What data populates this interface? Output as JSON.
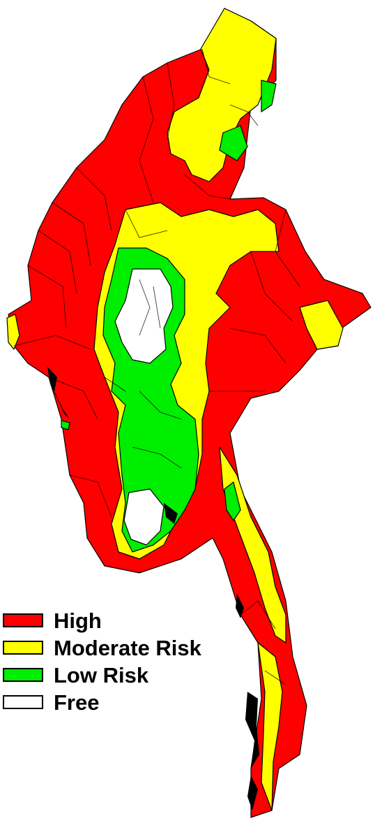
{
  "legend": {
    "items": [
      {
        "label": "High",
        "color": "#ff0000"
      },
      {
        "label": "Moderate Risk",
        "color": "#ffff00"
      },
      {
        "label": "Low Risk",
        "color": "#00ee00"
      },
      {
        "label": "Free",
        "color": "#ffffff"
      }
    ]
  },
  "map": {
    "colors": {
      "high": "#ff0000",
      "moderate": "#ffff00",
      "low": "#00ee00",
      "free": "#ffffff",
      "border": "#000000",
      "coast": "#000000"
    }
  }
}
